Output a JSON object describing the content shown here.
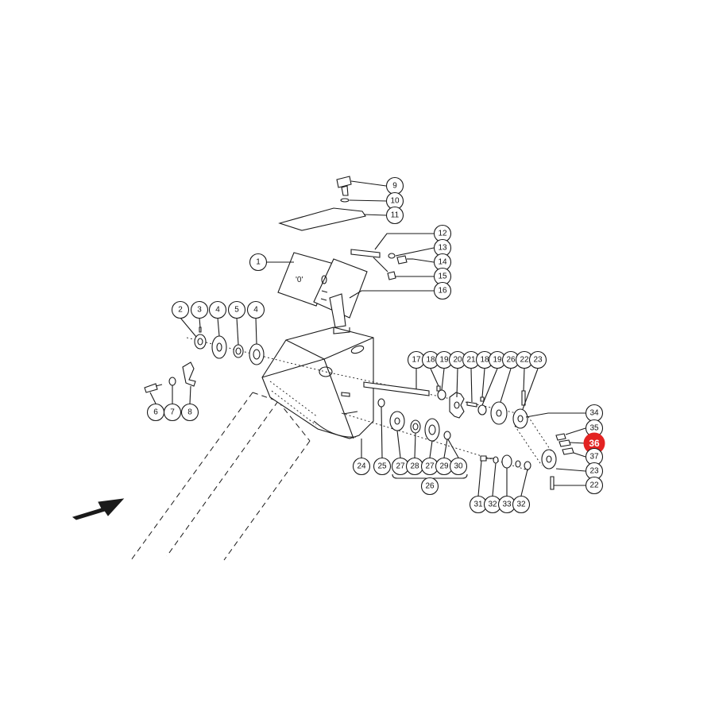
{
  "diagram": {
    "highlight_color": "#e32322",
    "line_color": "#1a1a1a",
    "callouts": [
      {
        "label": "1"
      },
      {
        "label": "2"
      },
      {
        "label": "3"
      },
      {
        "label": "4"
      },
      {
        "label": "5"
      },
      {
        "label": "4"
      },
      {
        "label": "6"
      },
      {
        "label": "7"
      },
      {
        "label": "8"
      },
      {
        "label": "9"
      },
      {
        "label": "10"
      },
      {
        "label": "11"
      },
      {
        "label": "12"
      },
      {
        "label": "13"
      },
      {
        "label": "14"
      },
      {
        "label": "15"
      },
      {
        "label": "16"
      },
      {
        "label": "17"
      },
      {
        "label": "18"
      },
      {
        "label": "19"
      },
      {
        "label": "20"
      },
      {
        "label": "21"
      },
      {
        "label": "18"
      },
      {
        "label": "19"
      },
      {
        "label": "26"
      },
      {
        "label": "22"
      },
      {
        "label": "23"
      },
      {
        "label": "24"
      },
      {
        "label": "25"
      },
      {
        "label": "27"
      },
      {
        "label": "28"
      },
      {
        "label": "27"
      },
      {
        "label": "29"
      },
      {
        "label": "30"
      },
      {
        "label": "26"
      },
      {
        "label": "31"
      },
      {
        "label": "32"
      },
      {
        "label": "33"
      },
      {
        "label": "32"
      },
      {
        "label": "34"
      },
      {
        "label": "35"
      },
      {
        "label": "36",
        "highlighted": true
      },
      {
        "label": "37"
      },
      {
        "label": "23"
      },
      {
        "label": "22"
      }
    ]
  }
}
